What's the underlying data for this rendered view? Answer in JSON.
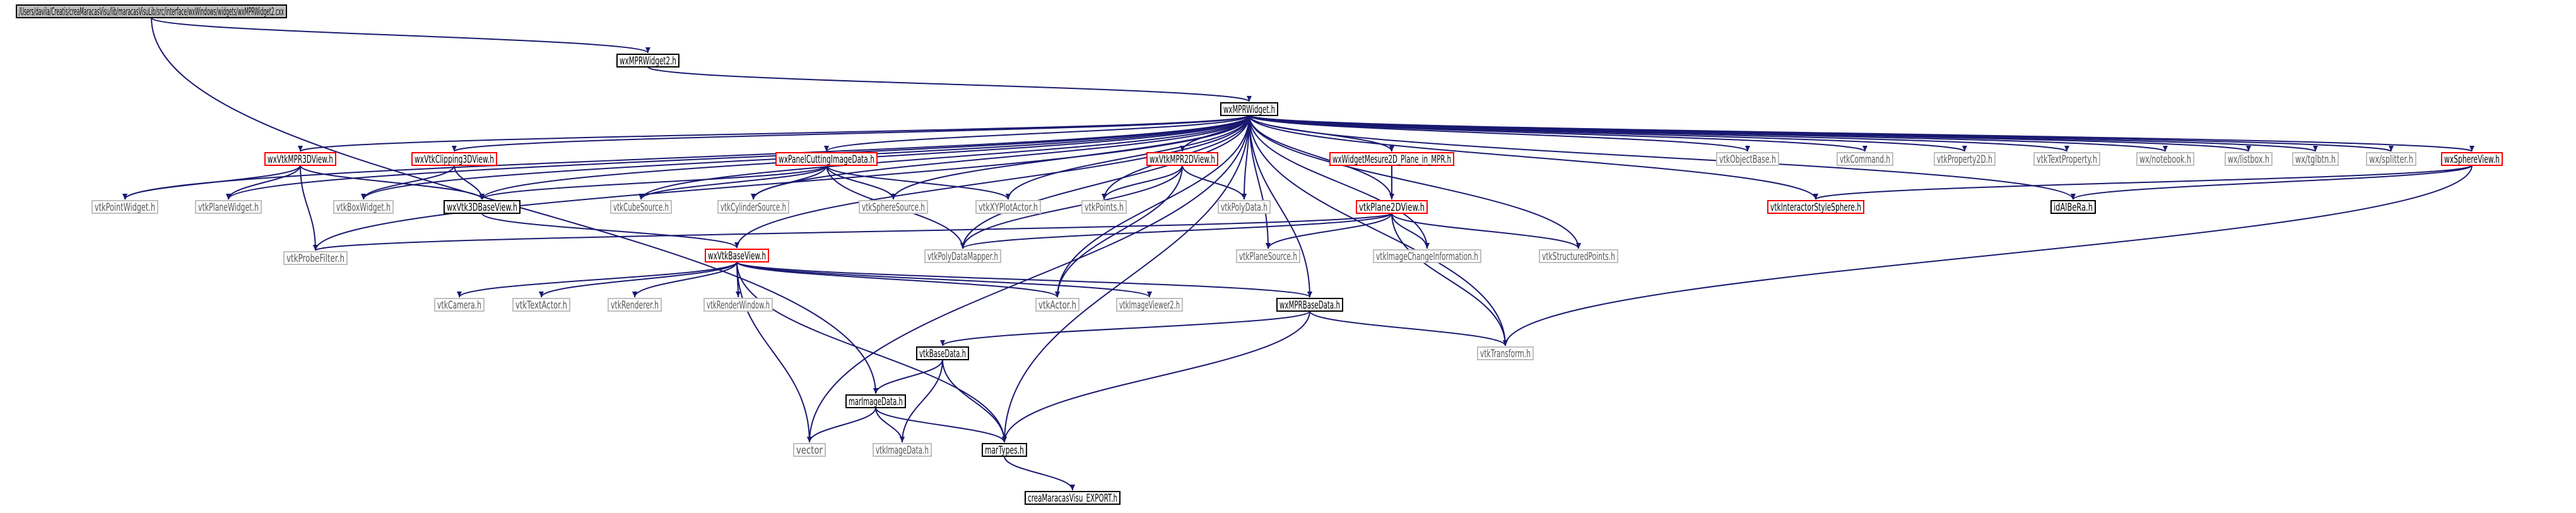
{
  "graph": {
    "colors": {
      "edge": "#191970",
      "node_text": "#000000",
      "leaf_text": "#555555",
      "root_fill": "#bfbfbf",
      "root_border": "#000000",
      "documented_border": "#000000",
      "truncated_border": "#ff0000",
      "external_border": "#bfbfbf",
      "node_fill": "#ffffff"
    },
    "nodes": [
      {
        "id": "root",
        "label": "/Users/davila/Creatis/creaMaracasVisu/lib/maracasVisuLib/src/interface/wxWindows/widgets/wxMPRWidget2.cxx",
        "kind": "root"
      },
      {
        "id": "wxMPRWidget2h",
        "label": "wxMPRWidget2.h",
        "kind": "documented"
      },
      {
        "id": "wxMPRWidgeth",
        "label": "wxMPRWidget.h",
        "kind": "documented"
      },
      {
        "id": "wxVtkMPR3DViewh",
        "label": "wxVtkMPR3DView.h",
        "kind": "truncated"
      },
      {
        "id": "wxVtkClipping3DViewh",
        "label": "wxVtkClipping3DView.h",
        "kind": "truncated"
      },
      {
        "id": "wxPanelCuttingImageDatah",
        "label": "wxPanelCuttingImageData.h",
        "kind": "truncated"
      },
      {
        "id": "wxVtkMPR2DViewh",
        "label": "wxVtkMPR2DView.h",
        "kind": "truncated"
      },
      {
        "id": "wxWidgetMesure2D",
        "label": "wxWidgetMesure2D_Plane_in_MPR.h",
        "kind": "truncated"
      },
      {
        "id": "vtkObjectBaseh",
        "label": "vtkObjectBase.h",
        "kind": "external"
      },
      {
        "id": "vtkCommandh",
        "label": "vtkCommand.h",
        "kind": "external"
      },
      {
        "id": "vtkProperty2Dh",
        "label": "vtkProperty2D.h",
        "kind": "external"
      },
      {
        "id": "vtkTextPropertyh",
        "label": "vtkTextProperty.h",
        "kind": "external"
      },
      {
        "id": "wxnotebookh",
        "label": "wx/notebook.h",
        "kind": "external"
      },
      {
        "id": "wxlistboxh",
        "label": "wx/listbox.h",
        "kind": "external"
      },
      {
        "id": "wxtglbtnh",
        "label": "wx/tglbtn.h",
        "kind": "external"
      },
      {
        "id": "wxsplitterh",
        "label": "wx/splitter.h",
        "kind": "external"
      },
      {
        "id": "wxSphereViewh",
        "label": "wxSphereView.h",
        "kind": "truncated"
      },
      {
        "id": "vtkPointWidgeth",
        "label": "vtkPointWidget.h",
        "kind": "external"
      },
      {
        "id": "vtkPlaneWidgeth",
        "label": "vtkPlaneWidget.h",
        "kind": "external"
      },
      {
        "id": "vtkBoxWidgeth",
        "label": "vtkBoxWidget.h",
        "kind": "external"
      },
      {
        "id": "wxVtk3DBaseViewh",
        "label": "wxVtk3DBaseView.h",
        "kind": "documented"
      },
      {
        "id": "vtkCubeSourceh",
        "label": "vtkCubeSource.h",
        "kind": "external"
      },
      {
        "id": "vtkCylinderSourceh",
        "label": "vtkCylinderSource.h",
        "kind": "external"
      },
      {
        "id": "vtkSphereSourceh",
        "label": "vtkSphereSource.h",
        "kind": "external"
      },
      {
        "id": "vtkXYPlotActorh",
        "label": "vtkXYPlotActor.h",
        "kind": "external"
      },
      {
        "id": "vtkPointsh",
        "label": "vtkPoints.h",
        "kind": "external"
      },
      {
        "id": "vtkPolyDatah",
        "label": "vtkPolyData.h",
        "kind": "external"
      },
      {
        "id": "vtkPlane2DViewh",
        "label": "vtkPlane2DView.h",
        "kind": "truncated"
      },
      {
        "id": "vtkInteractorStyleSphereh",
        "label": "vtkInteractorStyleSphere.h",
        "kind": "truncated"
      },
      {
        "id": "idAlBeRah",
        "label": "idAlBeRa.h",
        "kind": "documented"
      },
      {
        "id": "vtkProbeFilterh",
        "label": "vtkProbeFilter.h",
        "kind": "external"
      },
      {
        "id": "vtkPolyDataMapperh",
        "label": "vtkPolyDataMapper.h",
        "kind": "external"
      },
      {
        "id": "vtkPlaneSourceh",
        "label": "vtkPlaneSource.h",
        "kind": "external"
      },
      {
        "id": "vtkImageChangeInformationh",
        "label": "vtkImageChangeInformation.h",
        "kind": "external"
      },
      {
        "id": "vtkStructuredPointsh",
        "label": "vtkStructuredPoints.h",
        "kind": "external"
      },
      {
        "id": "wxVtkBaseViewh",
        "label": "wxVtkBaseView.h",
        "kind": "truncated"
      },
      {
        "id": "vtkCamerah",
        "label": "vtkCamera.h",
        "kind": "external"
      },
      {
        "id": "vtkTextActorh",
        "label": "vtkTextActor.h",
        "kind": "external"
      },
      {
        "id": "vtkRendererh",
        "label": "vtkRenderer.h",
        "kind": "external"
      },
      {
        "id": "vtkRenderWindowh",
        "label": "vtkRenderWindow.h",
        "kind": "external"
      },
      {
        "id": "vtkActorh",
        "label": "vtkActor.h",
        "kind": "external"
      },
      {
        "id": "vtkImageViewer2h",
        "label": "vtkImageViewer2.h",
        "kind": "external"
      },
      {
        "id": "wxMPRBaseDatah",
        "label": "wxMPRBaseData.h",
        "kind": "documented"
      },
      {
        "id": "vtkBaseDatah",
        "label": "vtkBaseData.h",
        "kind": "documented"
      },
      {
        "id": "vtkTransformh",
        "label": "vtkTransform.h",
        "kind": "external"
      },
      {
        "id": "marImageDatah",
        "label": "marImageData.h",
        "kind": "documented"
      },
      {
        "id": "vector",
        "label": "vector",
        "kind": "external"
      },
      {
        "id": "vtkImageDatah",
        "label": "vtkImageData.h",
        "kind": "external"
      },
      {
        "id": "marTypesh",
        "label": "marTypes.h",
        "kind": "documented"
      },
      {
        "id": "creaMaracasVisuEXPORTh",
        "label": "creaMaracasVisu_EXPORT.h",
        "kind": "documented"
      }
    ],
    "edges": [
      [
        "root",
        "wxMPRWidget2h"
      ],
      [
        "root",
        "marImageDatah"
      ],
      [
        "wxMPRWidget2h",
        "wxMPRWidgeth"
      ],
      [
        "wxMPRWidgeth",
        "wxVtkMPR3DViewh"
      ],
      [
        "wxMPRWidgeth",
        "wxVtkClipping3DViewh"
      ],
      [
        "wxMPRWidgeth",
        "wxPanelCuttingImageDatah"
      ],
      [
        "wxMPRWidgeth",
        "wxVtkMPR2DViewh"
      ],
      [
        "wxMPRWidgeth",
        "wxWidgetMesure2D"
      ],
      [
        "wxMPRWidgeth",
        "vtkObjectBaseh"
      ],
      [
        "wxMPRWidgeth",
        "vtkCommandh"
      ],
      [
        "wxMPRWidgeth",
        "vtkProperty2Dh"
      ],
      [
        "wxMPRWidgeth",
        "vtkTextPropertyh"
      ],
      [
        "wxMPRWidgeth",
        "wxnotebookh"
      ],
      [
        "wxMPRWidgeth",
        "wxlistboxh"
      ],
      [
        "wxMPRWidgeth",
        "wxtglbtnh"
      ],
      [
        "wxMPRWidgeth",
        "wxsplitterh"
      ],
      [
        "wxMPRWidgeth",
        "wxSphereViewh"
      ],
      [
        "wxMPRWidgeth",
        "vtkPointWidgeth"
      ],
      [
        "wxMPRWidgeth",
        "vtkPlaneWidgeth"
      ],
      [
        "wxMPRWidgeth",
        "vtkBoxWidgeth"
      ],
      [
        "wxMPRWidgeth",
        "wxVtk3DBaseViewh"
      ],
      [
        "wxMPRWidgeth",
        "vtkCubeSourceh"
      ],
      [
        "wxMPRWidgeth",
        "vtkCylinderSourceh"
      ],
      [
        "wxMPRWidgeth",
        "vtkSphereSourceh"
      ],
      [
        "wxMPRWidgeth",
        "vtkXYPlotActorh"
      ],
      [
        "wxMPRWidgeth",
        "vtkPointsh"
      ],
      [
        "wxMPRWidgeth",
        "vtkPolyDatah"
      ],
      [
        "wxMPRWidgeth",
        "vtkPlane2DViewh"
      ],
      [
        "wxMPRWidgeth",
        "vtkInteractorStyleSphereh"
      ],
      [
        "wxMPRWidgeth",
        "idAlBeRah"
      ],
      [
        "wxMPRWidgeth",
        "vtkProbeFilterh"
      ],
      [
        "wxMPRWidgeth",
        "vtkPolyDataMapperh"
      ],
      [
        "wxMPRWidgeth",
        "vtkPlaneSourceh"
      ],
      [
        "wxMPRWidgeth",
        "vtkImageChangeInformationh"
      ],
      [
        "wxMPRWidgeth",
        "vtkStructuredPointsh"
      ],
      [
        "wxMPRWidgeth",
        "wxVtkBaseViewh"
      ],
      [
        "wxMPRWidgeth",
        "vtkActorh"
      ],
      [
        "wxMPRWidgeth",
        "wxMPRBaseDatah"
      ],
      [
        "wxMPRWidgeth",
        "vtkTransformh"
      ],
      [
        "wxMPRWidgeth",
        "vector"
      ],
      [
        "wxMPRWidgeth",
        "marTypesh"
      ],
      [
        "wxVtkMPR3DViewh",
        "vtkPointWidgeth"
      ],
      [
        "wxVtkMPR3DViewh",
        "vtkPlaneWidgeth"
      ],
      [
        "wxVtkMPR3DViewh",
        "wxVtk3DBaseViewh"
      ],
      [
        "wxVtkMPR3DViewh",
        "vtkProbeFilterh"
      ],
      [
        "wxVtkClipping3DViewh",
        "vtkBoxWidgeth"
      ],
      [
        "wxVtkClipping3DViewh",
        "wxVtk3DBaseViewh"
      ],
      [
        "wxPanelCuttingImageDatah",
        "wxVtk3DBaseViewh"
      ],
      [
        "wxPanelCuttingImageDatah",
        "vtkCubeSourceh"
      ],
      [
        "wxPanelCuttingImageDatah",
        "vtkCylinderSourceh"
      ],
      [
        "wxPanelCuttingImageDatah",
        "vtkSphereSourceh"
      ],
      [
        "wxPanelCuttingImageDatah",
        "vtkXYPlotActorh"
      ],
      [
        "wxPanelCuttingImageDatah",
        "vtkPolyDataMapperh"
      ],
      [
        "wxVtkMPR2DViewh",
        "vtkPointsh"
      ],
      [
        "wxVtkMPR2DViewh",
        "vtkPolyDatah"
      ],
      [
        "wxVtkMPR2DViewh",
        "vtkPolyDataMapperh"
      ],
      [
        "wxVtkMPR2DViewh",
        "vtkActorh"
      ],
      [
        "wxWidgetMesure2D",
        "vtkPlane2DViewh"
      ],
      [
        "wxSphereViewh",
        "vtkInteractorStyleSphereh"
      ],
      [
        "wxSphereViewh",
        "idAlBeRah"
      ],
      [
        "wxSphereViewh",
        "vtkTransformh"
      ],
      [
        "wxVtk3DBaseViewh",
        "wxVtkBaseViewh"
      ],
      [
        "vtkPlane2DViewh",
        "vtkProbeFilterh"
      ],
      [
        "vtkPlane2DViewh",
        "vtkPolyDataMapperh"
      ],
      [
        "vtkPlane2DViewh",
        "vtkPlaneSourceh"
      ],
      [
        "vtkPlane2DViewh",
        "vtkImageChangeInformationh"
      ],
      [
        "vtkPlane2DViewh",
        "vtkStructuredPointsh"
      ],
      [
        "vtkPlane2DViewh",
        "vtkTransformh"
      ],
      [
        "wxVtkBaseViewh",
        "vtkCamerah"
      ],
      [
        "wxVtkBaseViewh",
        "vtkTextActorh"
      ],
      [
        "wxVtkBaseViewh",
        "vtkRendererh"
      ],
      [
        "wxVtkBaseViewh",
        "vtkRenderWindowh"
      ],
      [
        "wxVtkBaseViewh",
        "vtkActorh"
      ],
      [
        "wxVtkBaseViewh",
        "vtkImageViewer2h"
      ],
      [
        "wxVtkBaseViewh",
        "wxMPRBaseDatah"
      ],
      [
        "wxVtkBaseViewh",
        "vector"
      ],
      [
        "wxVtkBaseViewh",
        "marTypesh"
      ],
      [
        "wxMPRBaseDatah",
        "vtkBaseDatah"
      ],
      [
        "wxMPRBaseDatah",
        "vtkTransformh"
      ],
      [
        "wxMPRBaseDatah",
        "marTypesh"
      ],
      [
        "vtkBaseDatah",
        "marImageDatah"
      ],
      [
        "vtkBaseDatah",
        "vtkImageDatah"
      ],
      [
        "vtkBaseDatah",
        "marTypesh"
      ],
      [
        "marImageDatah",
        "vector"
      ],
      [
        "marImageDatah",
        "vtkImageDatah"
      ],
      [
        "marImageDatah",
        "marTypesh"
      ],
      [
        "marTypesh",
        "creaMaracasVisuEXPORTh"
      ]
    ]
  }
}
